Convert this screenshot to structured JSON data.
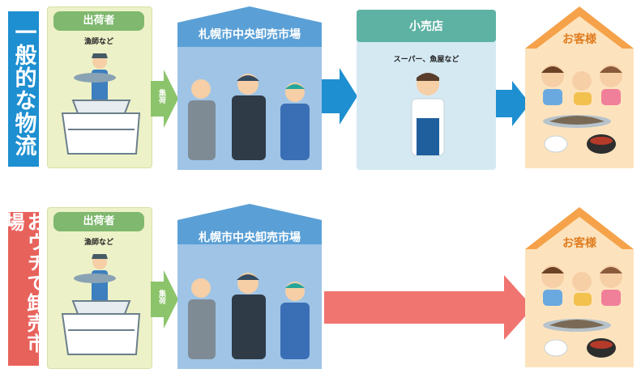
{
  "rows": [
    {
      "side_label": "一般的な物流",
      "side_color": "#1e8fd0",
      "shipper": {
        "title": "出荷者",
        "subtitle": "漁師など"
      },
      "tag": "集荷",
      "market": {
        "title": "札幌市中央卸売市場"
      },
      "retail": {
        "title": "小売店",
        "subtitle": "スーパー、魚屋など"
      },
      "customer": {
        "title": "お客様"
      }
    },
    {
      "side_label": "おウチで卸売市場",
      "side_color": "#e8625c",
      "shipper": {
        "title": "出荷者",
        "subtitle": "漁師など"
      },
      "tag": "集荷",
      "market": {
        "title": "札幌市中央卸売市場"
      },
      "customer": {
        "title": "お客様"
      }
    }
  ],
  "icons": [
    "fisherman-icon",
    "boat-icon",
    "market-workers-icon",
    "shopkeeper-icon",
    "family-icon",
    "fish-meal-icon"
  ],
  "colors": {
    "shipper_card": "#edf1c7",
    "pill_green": "#7fb86e",
    "market_blue": "#9fc4e6",
    "market_header": "#5aa0d6",
    "retail_card": "#d5e9f3",
    "retail_header": "#5eb2a3",
    "customer_orange": "#fde3bd",
    "customer_roof": "#f5a24a",
    "arrow_blue": "#1e8fd0",
    "arrow_green": "#8cc46b",
    "arrow_red": "#f07470"
  }
}
